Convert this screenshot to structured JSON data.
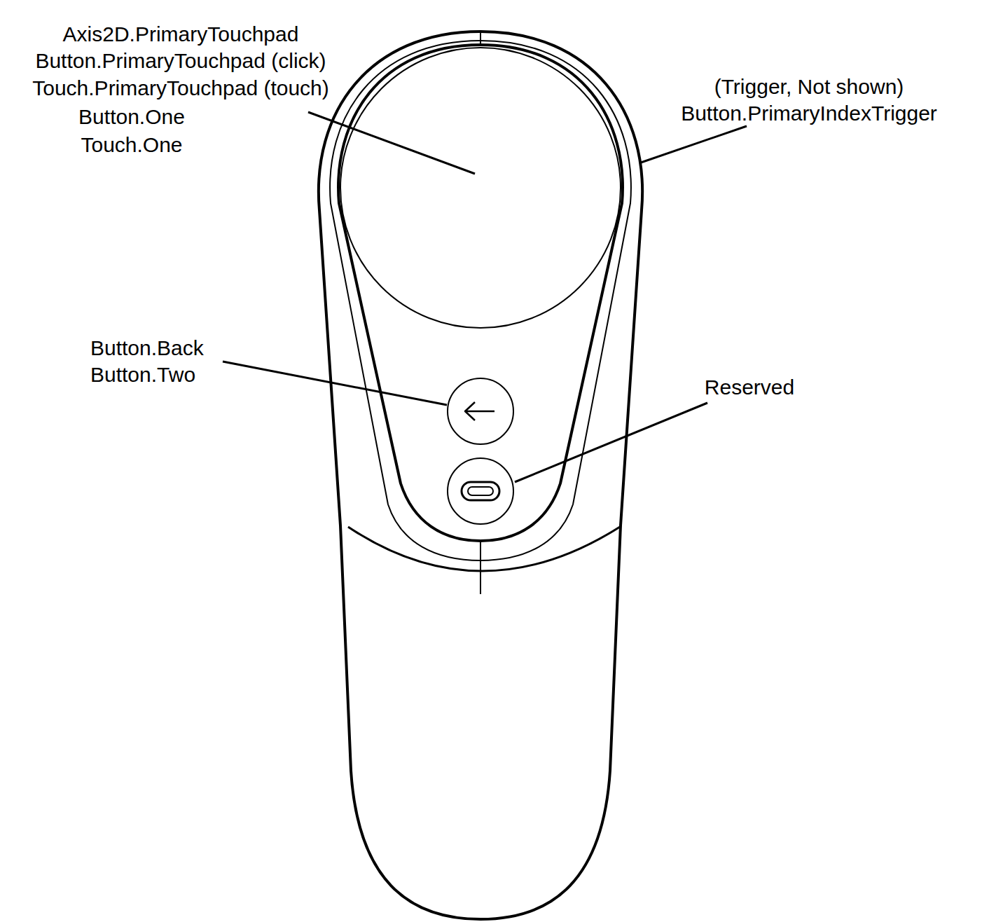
{
  "diagram": {
    "labels": [
      "Axis2D.PrimaryTouchpad",
      "Button.PrimaryTouchpad (click)",
      "Touch.PrimaryTouchpad (touch)",
      "Button.One",
      "Touch.One",
      "(Trigger, Not shown)",
      "Button.PrimaryIndexTrigger",
      "Button.Back",
      "Button.Two",
      "Reserved"
    ]
  }
}
